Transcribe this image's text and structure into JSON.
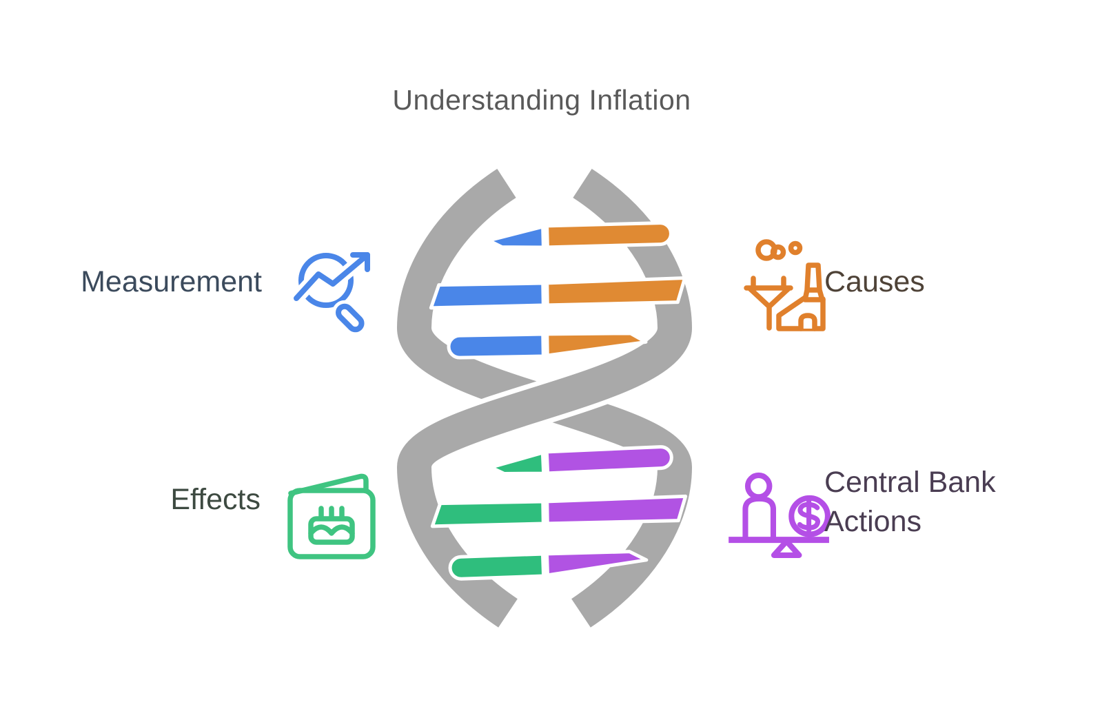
{
  "title": "Understanding Inflation",
  "items": [
    {
      "id": "measurement",
      "label": "Measurement",
      "icon": "magnifier-trend-icon",
      "side": "left",
      "color": "#4a86e8"
    },
    {
      "id": "causes",
      "label": "Causes",
      "icon": "factory-icon",
      "side": "right",
      "color": "#e0802c"
    },
    {
      "id": "effects",
      "label": "Effects",
      "icon": "card-cake-icon",
      "side": "left",
      "color": "#3fc481"
    },
    {
      "id": "central-bank-actions",
      "label": "Central Bank Actions",
      "icon": "balance-person-coin-icon",
      "side": "right",
      "color": "#b44fe6"
    }
  ],
  "helix": {
    "strand_color": "#a9a9a9",
    "rung_colors": {
      "top_left": "#4a86e8",
      "top_right": "#e08a33",
      "bottom_left": "#2fbe7d",
      "bottom_right": "#b153e3"
    }
  },
  "colors": {
    "blue": "#4a86e8",
    "orange": "#e08a33",
    "green": "#2fbe7d",
    "purple": "#b153e3",
    "icon-blue": "#4a86e8",
    "icon-orange": "#e0802c",
    "icon-green": "#3fc481",
    "icon-purple": "#b44fe6",
    "strand-gray": "#a9a9a9",
    "title-text": "#595959",
    "label-measurement": "#3b4a5c",
    "label-causes": "#4e4237",
    "label-effects": "#3d4a41",
    "label-central-bank": "#4a3d52",
    "background": "#ffffff"
  }
}
